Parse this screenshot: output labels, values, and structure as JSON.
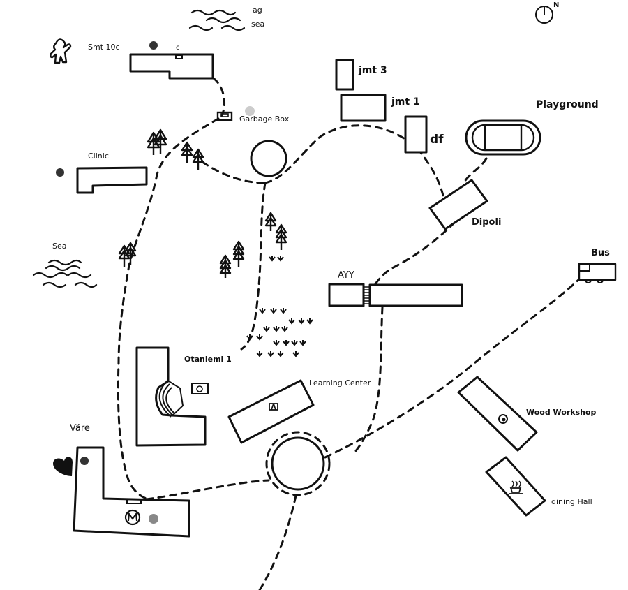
{
  "map": {
    "type": "hand-drawn campus map",
    "compass": {
      "label": "N"
    },
    "labels": {
      "ag": "ag",
      "sea_top": "sea",
      "smt_10c": "Smt 10c",
      "c": "c",
      "garbage_box": "Garbage Box",
      "clinic": "Clinic",
      "sea_left": "Sea",
      "jmt3": "jmt 3",
      "jmt1": "jmt 1",
      "df": "df",
      "playground": "Playground",
      "dipoli": "Dipoli",
      "bus": "Bus",
      "ayy": "AYY",
      "otaniemi1": "Otaniemi 1",
      "learning_center": "Learning Center",
      "wood_workshop": "Wood Workshop",
      "dining_hall": "dining Hall",
      "vare": "Väre"
    },
    "markers": {
      "dark": "#333333",
      "light_gray": "#cccccc",
      "gray": "#888888",
      "heart": "#111111"
    }
  }
}
